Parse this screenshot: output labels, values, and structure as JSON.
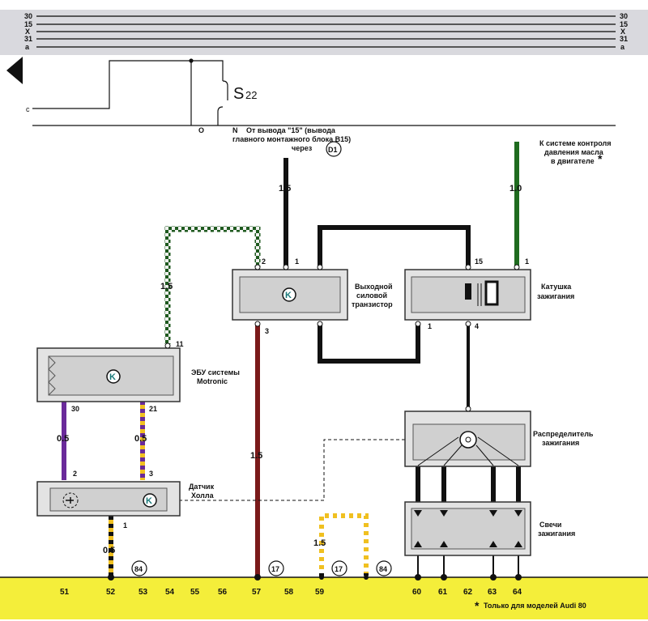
{
  "bus": {
    "left": [
      "30",
      "15",
      "X",
      "31",
      "a"
    ],
    "right": [
      "30",
      "15",
      "X",
      "31",
      "a"
    ]
  },
  "switch": {
    "label": "S",
    "sub": "22",
    "wire_c": "c",
    "term_o": "O",
    "term_n": "N"
  },
  "notes": {
    "feed_line1": "От вывода \"15\" (вывода",
    "feed_line2": "главного монтажного блока B15)",
    "feed_line3": "через",
    "feed_ref": "D1",
    "oil_line1": "К системе контроля",
    "oil_line2": "давления масла",
    "oil_line3": "в двигателе",
    "oil_star": "*",
    "footnote": "Только для моделей Audi 80",
    "footnote_star": "*"
  },
  "components": {
    "transistor": {
      "line1": "Выходной",
      "line2": "силовой",
      "line3": "транзистор",
      "mark": "K"
    },
    "coil": {
      "line1": "Катушка",
      "line2": "зажигания"
    },
    "ecu": {
      "line1": "ЭБУ системы",
      "line2": "Motronic",
      "mark": "K"
    },
    "distributor": {
      "line1": "Распределитель",
      "line2": "зажигания"
    },
    "hall": {
      "line1": "Датчик",
      "line2": "Холла",
      "mark": "K"
    },
    "plugs": {
      "line1": "Свечи",
      "line2": "зажигания"
    }
  },
  "wires": {
    "w_1_5_top": "1.5",
    "w_1_0": "1.0",
    "w_1_5_ecu": "1.5",
    "w_0_5_a": "0.5",
    "w_0_5_b": "0.5",
    "w_1_5_main": "1.5",
    "w_1_5_right": "1.5",
    "w_0_5_c": "0.5"
  },
  "terminals": {
    "tr_2": "2",
    "tr_1": "1",
    "tr_3": "3",
    "coil_15": "15",
    "coil_1top": "1",
    "coil_1": "1",
    "coil_4": "4",
    "ecu_11": "11",
    "ecu_30": "30",
    "ecu_21": "21",
    "hall_2": "2",
    "hall_3": "3",
    "hall_1": "1"
  },
  "refs": {
    "r84a": "84",
    "r17a": "17",
    "r17b": "17",
    "r84b": "84"
  },
  "bottom_numbers": [
    "51",
    "52",
    "53",
    "54",
    "55",
    "56",
    "57",
    "58",
    "59",
    "60",
    "61",
    "62",
    "63",
    "64"
  ]
}
